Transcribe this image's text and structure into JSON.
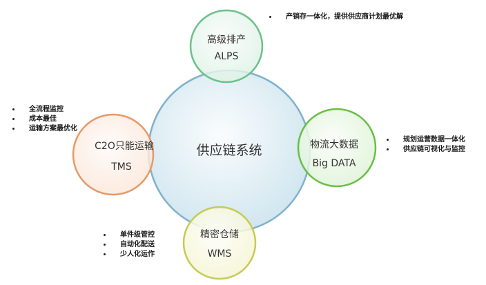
{
  "center": {
    "label": "供应链系统",
    "fill": "#cfe5ef",
    "stroke": "#7fb2cc"
  },
  "nodes": {
    "alps": {
      "title": "高级排产",
      "code": "ALPS",
      "fill": "#d9f0e2",
      "stroke": "#6dc08c"
    },
    "tms": {
      "title": "C2O只能运输",
      "code": "TMS",
      "fill": "#fbe3d3",
      "stroke": "#e69a68"
    },
    "big": {
      "title": "物流大数据",
      "code": "Big DATA",
      "fill": "#d9f1cf",
      "stroke": "#6bbe48"
    },
    "wms": {
      "title": "精密仓储",
      "code": "WMS",
      "fill": "#f3f4cc",
      "stroke": "#c6cb56"
    }
  },
  "notes": {
    "alps": [
      "产销存一体化，提供供应商计划最优解"
    ],
    "tms": [
      "全流程监控",
      "成本最佳",
      "运输方案最优化"
    ],
    "big": [
      "规划运营数据一体化",
      "供应链可视化与监控"
    ],
    "wms": [
      "单件级管控",
      "自动化配送",
      "少人化运作"
    ]
  }
}
